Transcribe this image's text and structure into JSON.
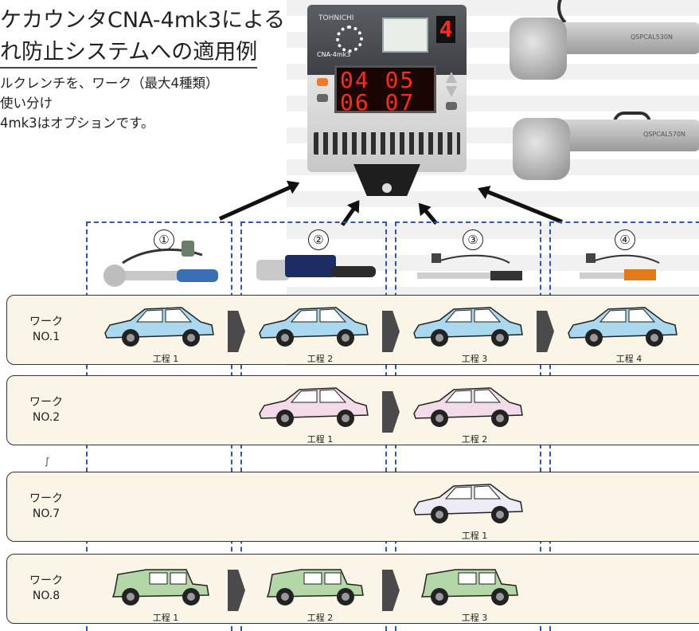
{
  "title": {
    "line1": "ケカウンタCNA-4mk3による",
    "line2": "れ防止システムへの適用例"
  },
  "description": {
    "line1": "ルクレンチを、ワーク（最大4種類）",
    "line2": "使い分け",
    "line3": "4mk3はオプションです。"
  },
  "device": {
    "brand": "TOHNICHI",
    "model": "CNA-4mk3",
    "work_no": "4",
    "display_row1": "04 05",
    "display_row2": "06 07"
  },
  "wrench_labels": {
    "upper": "QSPCAL530N",
    "lower": "QSPCAL570N"
  },
  "lanes": [
    {
      "num": "①"
    },
    {
      "num": "②"
    },
    {
      "num": "③"
    },
    {
      "num": "④"
    }
  ],
  "rows": [
    {
      "label_line1": "ワーク",
      "label_line2": "NO.1",
      "steps": [
        "工程 1",
        "工程 2",
        "工程 3",
        "工程 4"
      ],
      "car_color": "#a9d8ef"
    },
    {
      "label_line1": "ワーク",
      "label_line2": "NO.2",
      "steps": [
        "工程 1",
        "工程 2"
      ],
      "car_color": "#f3dbe9"
    },
    {
      "label_line1": "ワーク",
      "label_line2": "NO.7",
      "steps": [
        "工程 1"
      ],
      "car_color": "#ecebf6"
    },
    {
      "label_line1": "ワーク",
      "label_line2": "NO.8",
      "steps": [
        "工程 1",
        "工程 2",
        "工程 3"
      ],
      "car_color": "#b4d7a7"
    }
  ],
  "ellipsis_mark": "∫",
  "colors": {
    "lane_border": "#2a57b8",
    "row_bg": "#faf5e6",
    "segment_red": "#ff2a1a"
  }
}
